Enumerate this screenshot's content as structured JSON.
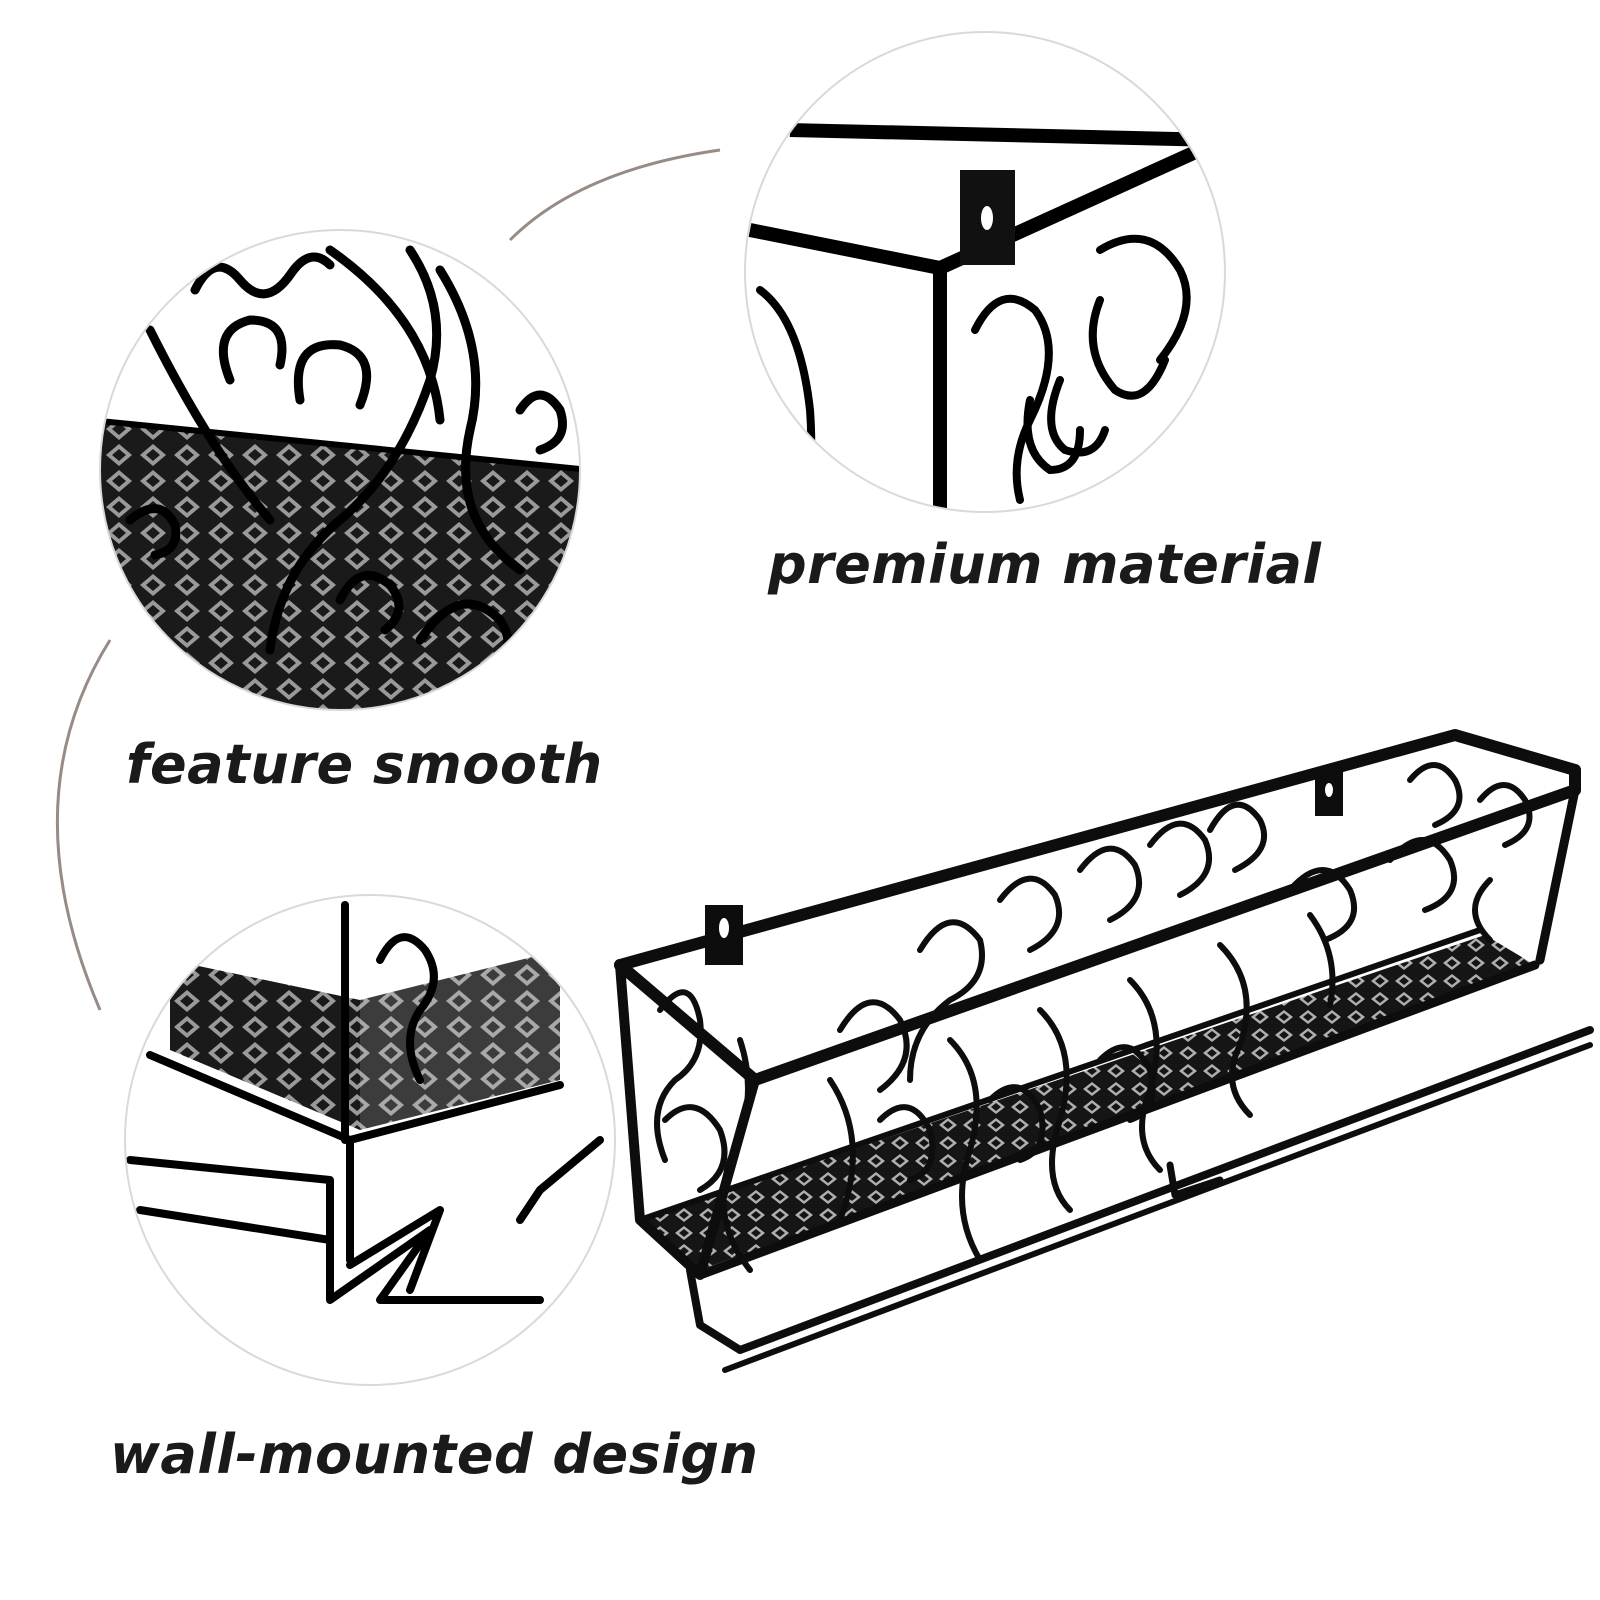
{
  "captions": {
    "premium_material": "premium material",
    "feature_smooth": "feature smooth",
    "wall_mounted_design": "wall-mounted design"
  },
  "colors": {
    "background": "#ffffff",
    "metal": "#111111",
    "circle_border": "#d9d9d9",
    "arc": "#6b5a52"
  },
  "detail_views": [
    {
      "name": "feature-smooth-detail",
      "depicts": "scrollwork and mesh shelf close-up"
    },
    {
      "name": "premium-material-detail",
      "depicts": "frame corner with hook close-up"
    },
    {
      "name": "wall-mounted-detail",
      "depicts": "underside towel bar close-up"
    }
  ],
  "product": "black metal wall-mounted scrollwork shelf with towel bar"
}
